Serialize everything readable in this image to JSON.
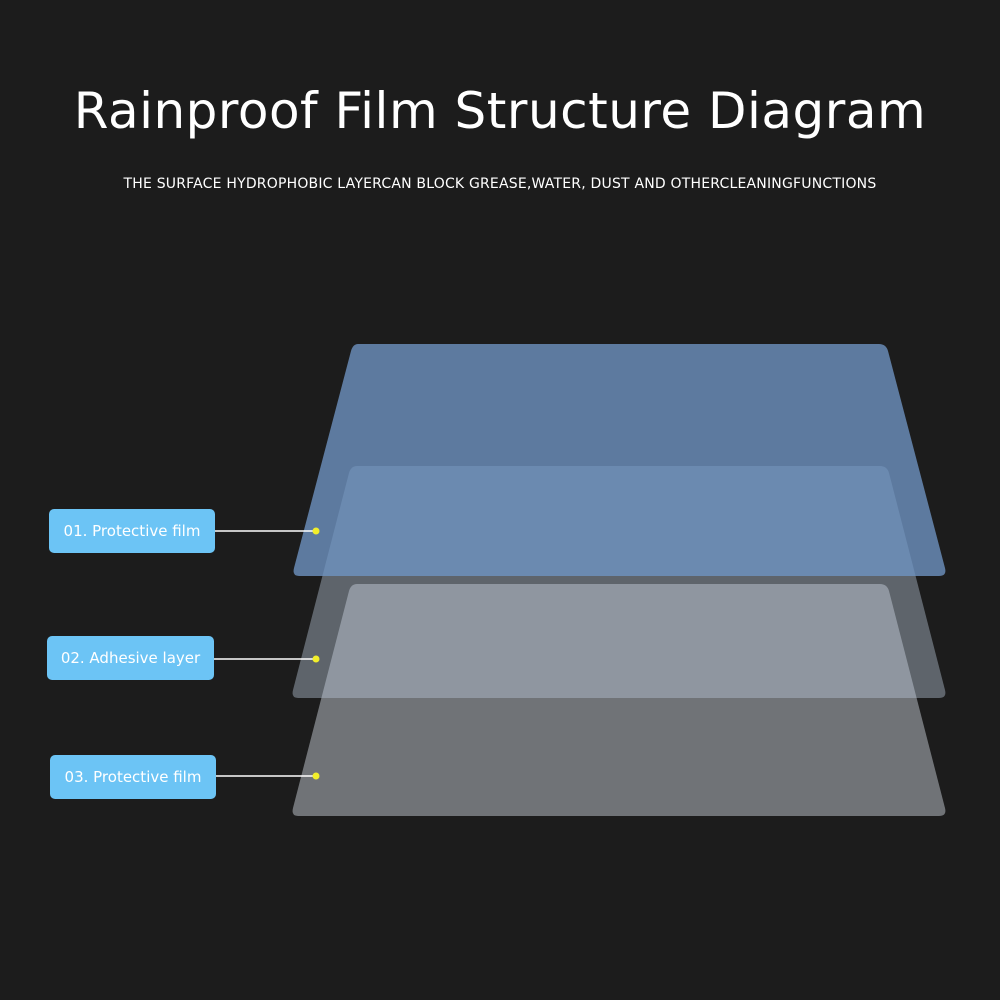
{
  "header": {
    "title": "Rainproof Film Structure Diagram",
    "subtitle": "THE SURFACE HYDROPHOBIC LAYERCAN BLOCK GREASE,WATER, DUST AND OTHERCLEANINGFUNCTIONS"
  },
  "layers": [
    {
      "label": "01. Protective film",
      "color": "#6f95c4"
    },
    {
      "label": "02. Adhesive layer",
      "color": "#b9c8d8"
    },
    {
      "label": "03. Protective film",
      "color": "#d6dee6"
    }
  ],
  "colors": {
    "background": "#1c1c1c",
    "label_fill": "#6cc4f5",
    "dot": "#f1ee2a",
    "connector": "#ffffff"
  }
}
